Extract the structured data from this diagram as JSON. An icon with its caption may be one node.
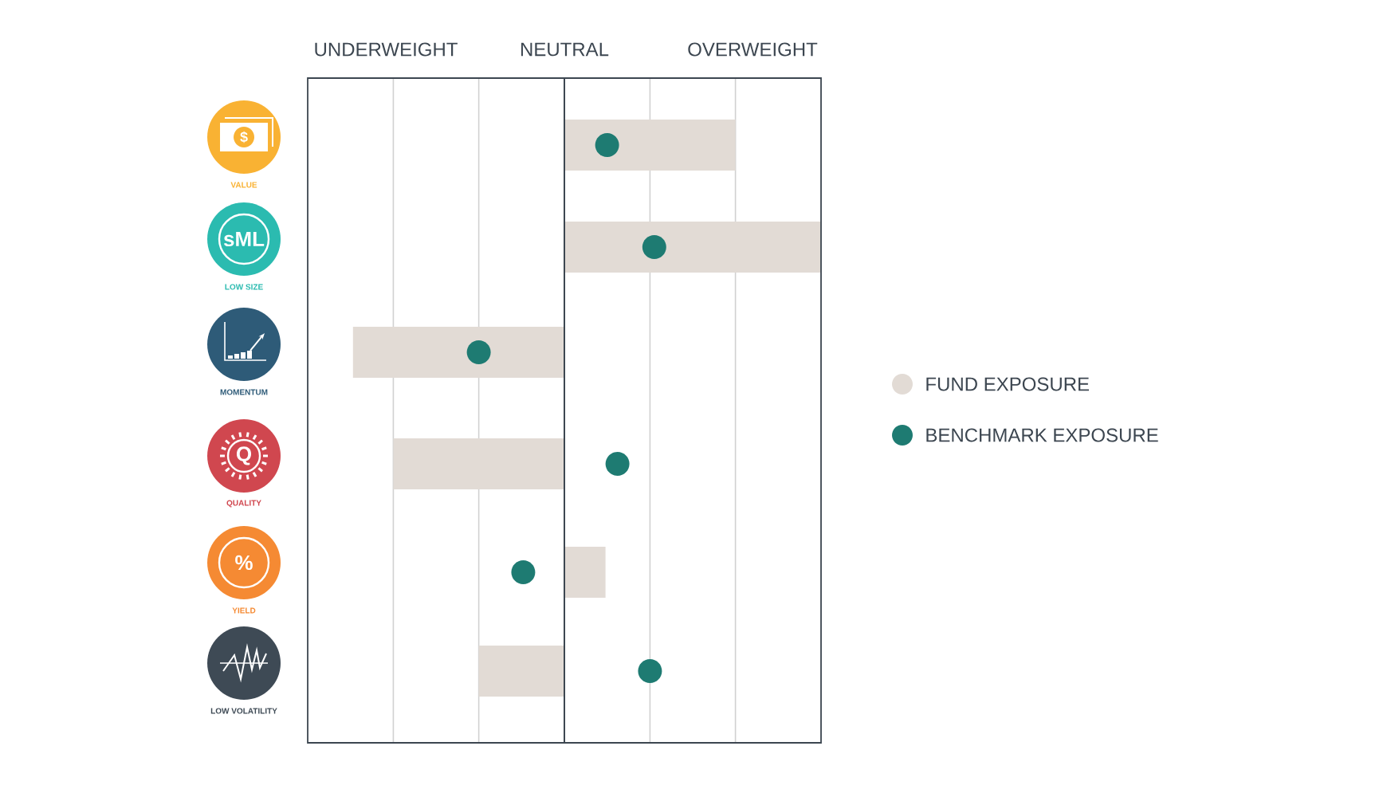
{
  "diagram": {
    "nodes": [
      {
        "text": [
          "$"
        ],
        "beside": [
          "VALUE"
        ]
      },
      {
        "text": [
          "sML"
        ],
        "beside": [
          "LOW SIZE"
        ]
      },
      {
        "text": [],
        "shape": "circle",
        "beside": [
          "MOMENTUM"
        ]
      },
      {
        "text": [
          "Q"
        ],
        "beside": [
          "QUALITY"
        ]
      },
      {
        "text": [
          "%"
        ],
        "beside": [
          "YIELD"
        ]
      },
      {
        "text": [],
        "shape": "circle",
        "beside": [
          "LOW VOLATILITY"
        ]
      }
    ],
    "labels": [
      "UNDERWEIGHT",
      "NEUTRAL",
      "OVERWEIGHT"
    ],
    "legend": [
      {
        "text": "FUND EXPOSURE",
        "color": "#e2dbd5"
      },
      {
        "text": "BENCHMARK EXPOSURE",
        "color": "#1e7b72"
      }
    ]
  }
}
